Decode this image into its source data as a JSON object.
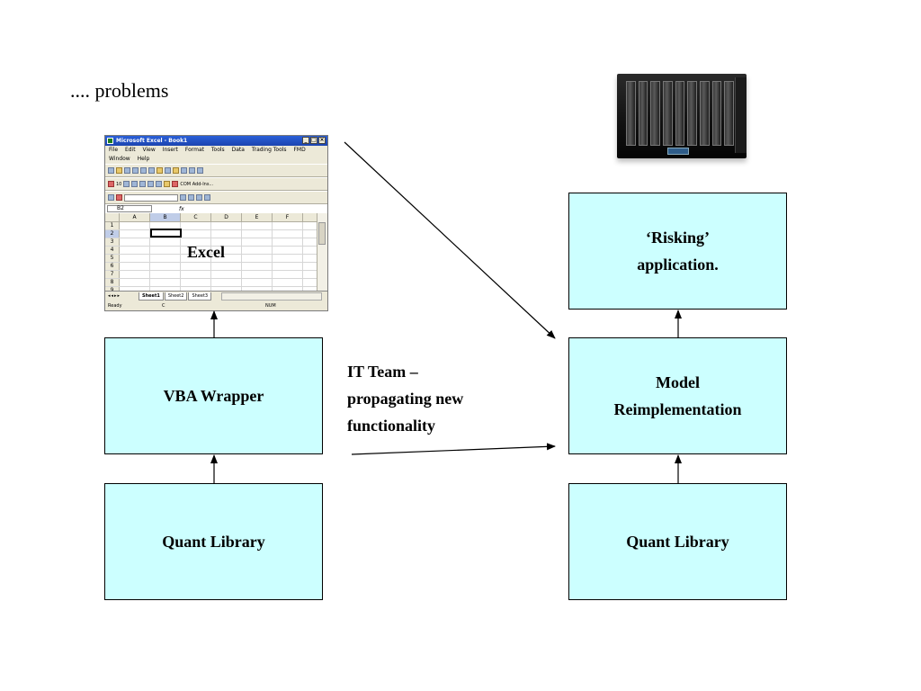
{
  "slide": {
    "title": ".... problems"
  },
  "boxes": {
    "vba_wrapper": "VBA Wrapper",
    "quant_library_left": "Quant Library",
    "risking_app": "‘Risking’\napplication.",
    "model_reimpl": "Model\nReimplementation",
    "quant_library_right": "Quant Library"
  },
  "it_team_label": "IT Team –\npropagating new\nfunctionality",
  "excel": {
    "overlay_label": "Excel",
    "window_title": "Microsoft Excel - Book1",
    "menu": [
      "File",
      "Edit",
      "View",
      "Insert",
      "Format",
      "Tools",
      "Data",
      "Trading Tools",
      "FMD",
      "Window",
      "Help"
    ],
    "toolbar_font_size": "10",
    "toolbar_addin": "COM Add-Ins...",
    "name_box": "B2",
    "fx": "fx",
    "columns": [
      "A",
      "B",
      "C",
      "D",
      "E",
      "F"
    ],
    "rows": [
      "1",
      "2",
      "3",
      "4",
      "5",
      "6",
      "7",
      "8",
      "9"
    ],
    "sheets": [
      "Sheet1",
      "Sheet2",
      "Sheet3"
    ],
    "status": [
      "Ready",
      "C",
      "NUM"
    ]
  },
  "colors": {
    "box_fill": "#ccffff",
    "border": "#000000",
    "background": "#ffffff"
  },
  "icons": [
    "server-rack-image",
    "excel-app-icon"
  ]
}
